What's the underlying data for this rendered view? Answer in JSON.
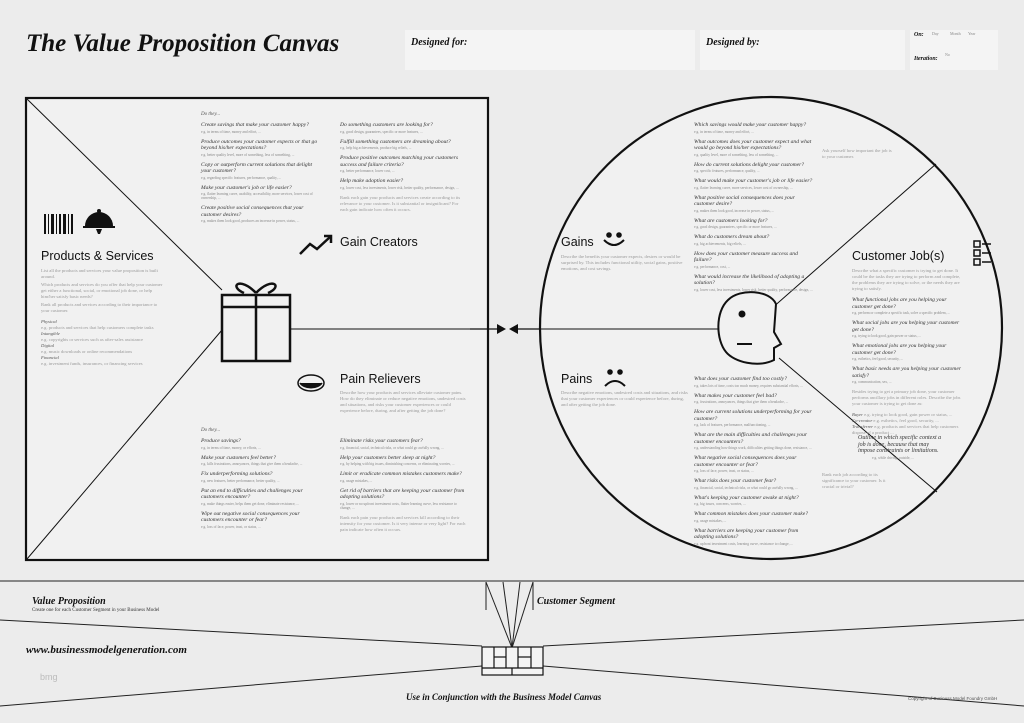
{
  "header": {
    "title": "The Value Proposition Canvas",
    "designed_for": "Designed for:",
    "designed_by": "Designed by:",
    "on": "On:",
    "iteration": "Iteration:",
    "day": "Day",
    "month": "Month",
    "year": "Year",
    "no": "No"
  },
  "value_map": {
    "products_services": {
      "title": "Products & Services",
      "text": [
        "List all the products and services your value proposition is built around.",
        "Which products and services do you offer that help your customer get either a functional, social, or emotional job done, or help him/her satisfy basic needs?",
        "Rank all products and services according to their importance to your customer."
      ],
      "items": [
        {
          "label": "Physical",
          "text": "e.g. products and services that help customers complete tasks"
        },
        {
          "label": "Intangible",
          "text": "e.g. copyrights or services such as after-sales assistance"
        },
        {
          "label": "Digital",
          "text": "e.g. music downloads or online recommendations"
        },
        {
          "label": "Financial",
          "text": "e.g. investment funds, insurances, or financing services"
        }
      ]
    },
    "gain_creators": {
      "title": "Gain Creators",
      "do_this": "Do they...",
      "questions": [
        {
          "q": "Create savings that make your customer happy?",
          "ex": "e.g. in terms of time, money and effort, ..."
        },
        {
          "q": "Produce outcomes your customer expects or that go beyond his/her expectations?",
          "ex": "e.g. better quality level, more of something, less of something, ..."
        },
        {
          "q": "Copy or outperform current solutions that delight your customer?",
          "ex": "e.g. regarding specific features, performance, quality, ..."
        },
        {
          "q": "Make your customer's job or life easier?",
          "ex": "e.g. flatter learning curve, usability, accessibility, more services, lower cost of ownership, ..."
        },
        {
          "q": "Create positive social consequences that your customer desires?",
          "ex": "e.g. makes them look good, produces an increase in power, status, ..."
        },
        {
          "q": "Do something customers are looking for?",
          "ex": "e.g. good design, guarantees, specific or more features, ..."
        },
        {
          "q": "Fulfill something customers are dreaming about?",
          "ex": "e.g. help big achievements, produce big reliefs, ..."
        },
        {
          "q": "Produce positive outcomes matching your customers success and failure criteria?",
          "ex": "e.g. better performance, lower cost, ..."
        },
        {
          "q": "Help make adoption easier?",
          "ex": "e.g. lower cost, less investments, lower risk, better quality, performance, design, ..."
        }
      ],
      "rank": "Rank each gain your products and services create according to its relevance to your customer. Is it substantial or insignificant? For each gain indicate how often it occurs."
    },
    "pain_relievers": {
      "title": "Pain Relievers",
      "intro": "Describe how your products and services alleviate customer pains. How do they eliminate or reduce negative emotions, undesired costs and situations, and risks your customer experiences or could experience before, during, and after getting the job done?",
      "do_this": "Do they...",
      "questions": [
        {
          "q": "Produce savings?",
          "ex": "e.g. in terms of time, money, or efforts, ..."
        },
        {
          "q": "Make your customers feel better?",
          "ex": "e.g. kills frustrations, annoyances, things that give them a headache, ..."
        },
        {
          "q": "Fix underperforming solutions?",
          "ex": "e.g. new features, better performance, better quality, ..."
        },
        {
          "q": "Put an end to difficulties and challenges your customers encounter?",
          "ex": "e.g. make things easier, helps them get done, eliminate resistance, ..."
        },
        {
          "q": "Wipe out negative social consequences your customers encounter or fear?",
          "ex": "e.g. loss of face, power, trust, or status, ..."
        },
        {
          "q": "Eliminate risks your customers fear?",
          "ex": "e.g. financial, social, technical risks, or what could go awfully wrong, ..."
        },
        {
          "q": "Help your customers better sleep at night?",
          "ex": "e.g. by helping with big issues, diminishing concerns, or eliminating worries, ..."
        },
        {
          "q": "Limit or eradicate common mistakes customers make?",
          "ex": "e.g. usage mistakes, ..."
        },
        {
          "q": "Get rid of barriers that are keeping your customer from adopting solutions?",
          "ex": "e.g. lower or no upfront investment costs, flatter learning curve, less resistance to change, ..."
        }
      ],
      "rank": "Rank each pain your products and services kill according to their intensity for your customer. Is it very intense or very light? For each pain indicate how often it occurs."
    }
  },
  "customer_segment": {
    "gains": {
      "title": "Gains",
      "intro": "Describe the benefits your customer expects, desires or would be surprised by. This includes functional utility, social gains, positive emotions, and cost savings.",
      "questions": [
        {
          "q": "Which savings would make your customer happy?",
          "ex": "e.g. in terms of time, money and effort, ..."
        },
        {
          "q": "What outcomes does your customer expect and what would go beyond his/her expectations?",
          "ex": "e.g. quality level, more of something, less of something, ..."
        },
        {
          "q": "How do current solutions delight your customer?",
          "ex": "e.g. specific features, performance, quality, ..."
        },
        {
          "q": "What would make your customer's job or life easier?",
          "ex": "e.g. flatter learning curve, more services, lower cost of ownership, ..."
        },
        {
          "q": "What positive social consequences does your customer desire?",
          "ex": "e.g. makes them look good, increase in power, status, ..."
        },
        {
          "q": "What are customers looking for?",
          "ex": "e.g. good design, guarantees, specific or more features, ..."
        },
        {
          "q": "What do customers dream about?",
          "ex": "e.g. big achievements, big reliefs, ..."
        },
        {
          "q": "How does your customer measure success and failure?",
          "ex": "e.g. performance, cost, ..."
        },
        {
          "q": "What would increase the likelihood of adopting a solution?",
          "ex": "e.g. lower cost, less investments, lower risk, better quality, performance, design, ..."
        }
      ]
    },
    "pains": {
      "title": "Pains",
      "intro": "Describe negative emotions, undesired costs and situations, and risks that your customer experiences or could experience before, during, and after getting the job done.",
      "questions": [
        {
          "q": "What does your customer find too costly?",
          "ex": "e.g. takes lots of time, costs too much money, requires substantial efforts, ..."
        },
        {
          "q": "What makes your customer feel bad?",
          "ex": "e.g. frustrations, annoyances, things that give them a headache, ..."
        },
        {
          "q": "How are current solutions underperforming for your customer?",
          "ex": "e.g. lack of features, performance, malfunctioning, ..."
        },
        {
          "q": "What are the main difficulties and challenges your customer encounters?",
          "ex": "e.g. understanding how things work, difficulties getting things done, resistance, ..."
        },
        {
          "q": "What negative social consequences does your customer encounter or fear?",
          "ex": "e.g. loss of face, power, trust, or status, ..."
        },
        {
          "q": "What risks does your customer fear?",
          "ex": "e.g. financial, social, technical risks, or what could go awfully wrong, ..."
        },
        {
          "q": "What's keeping your customer awake at night?",
          "ex": "e.g. big issues, concerns, worries, ..."
        },
        {
          "q": "What common mistakes does your customer make?",
          "ex": "e.g. usage mistakes, ..."
        },
        {
          "q": "What barriers are keeping your customer from adopting solutions?",
          "ex": "e.g. upfront investment costs, learning curve, resistance to change, ..."
        }
      ]
    },
    "jobs": {
      "title": "Customer Job(s)",
      "intro": "Describe what a specific customer is trying to get done. It could be the tasks they are trying to perform and complete, the problems they are trying to solve, or the needs they are trying to satisfy.",
      "questions": [
        {
          "q": "What functional jobs are you helping your customer get done?",
          "ex": "e.g. perform or complete a specific task, solve a specific problem, ..."
        },
        {
          "q": "What social jobs are you helping your customer get done?",
          "ex": "e.g. trying to look good, gain power or status, ..."
        },
        {
          "q": "What emotional jobs are you helping your customer get done?",
          "ex": "e.g. esthetics, feel good, security, ..."
        },
        {
          "q": "What basic needs are you helping your customer satisfy?",
          "ex": "e.g. communication, sex, ..."
        }
      ],
      "besides": "Besides trying to get a primary job done, your customer performs ancillary jobs in different roles. Describe the jobs your customer is trying to get done as:",
      "roles": [
        {
          "label": "Buyer",
          "text": "e.g. trying to look good, gain power or status, ..."
        },
        {
          "label": "Co-creator",
          "text": "e.g. esthetics, feel good, security, ..."
        },
        {
          "label": "Transferrer",
          "text": "e.g. products and services that help customers dispose of a product ..."
        }
      ],
      "context": "Outline in which specific context a job is done, because that may impose constraints or limitations.",
      "context_ex": "e.g. while driving, outside, ...",
      "ask_top": "Ask yourself how important the job is to your customer.",
      "ask_bottom": "Rank each job according to its significance to your customer. Is it crucial or trivial?"
    }
  },
  "footer": {
    "value_proposition": "Value Proposition",
    "value_proposition_sub": "Create one for each Customer Segment in your Business Model",
    "customer_segment": "Customer Segment",
    "url": "www.businessmodelgeneration.com",
    "use_in_conjunction": "Use in Conjunction with the Business Model Canvas",
    "copyright": "Copyright of Business Model Foundry GmbH",
    "logo": "bmg"
  }
}
